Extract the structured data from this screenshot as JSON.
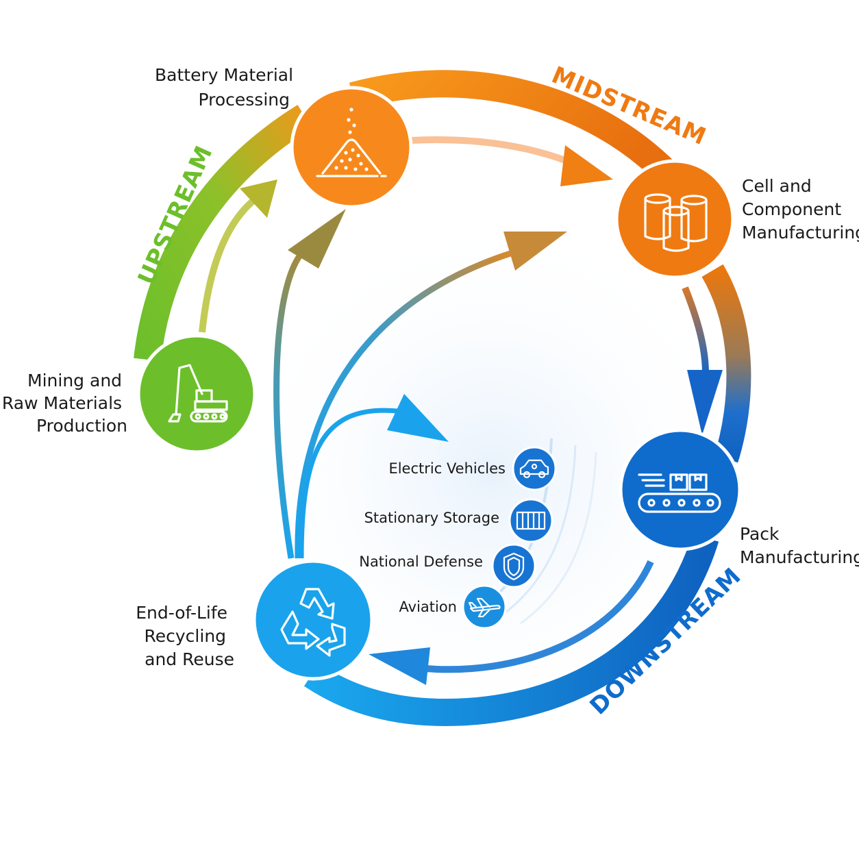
{
  "stages": {
    "upstream": "UPSTREAM",
    "midstream": "MIDSTREAM",
    "downstream": "DOWNSTREAM"
  },
  "nodes": {
    "mining": {
      "line1": "Mining and",
      "line2": "Raw Materials",
      "line3": "Production",
      "icon": "excavator-icon",
      "color": "#6cbf2b"
    },
    "processing": {
      "line1": "Battery Material",
      "line2": "Processing",
      "icon": "powder-pile-icon",
      "color": "#f7891c"
    },
    "cell": {
      "line1": "Cell and",
      "line2": "Component",
      "line3": "Manufacturing",
      "icon": "battery-cells-icon",
      "color": "#ef7a12"
    },
    "pack": {
      "line1": "Pack",
      "line2": "Manufacturing",
      "icon": "conveyor-belt-icon",
      "color": "#0f6ccc"
    },
    "recycling": {
      "line1": "End-of-Life",
      "line2": "Recycling",
      "line3": "and Reuse",
      "icon": "recycle-icon",
      "color": "#1aa3ec"
    }
  },
  "applications": [
    {
      "label": "Electric Vehicles",
      "icon": "car-icon"
    },
    {
      "label": "Stationary Storage",
      "icon": "container-icon"
    },
    {
      "label": "National Defense",
      "icon": "shield-icon"
    },
    {
      "label": "Aviation",
      "icon": "airplane-icon"
    }
  ],
  "colors": {
    "green": "#6cbf2b",
    "orange": "#f7891c",
    "blue": "#0f6ccc",
    "light_blue": "#1aa3ec"
  }
}
